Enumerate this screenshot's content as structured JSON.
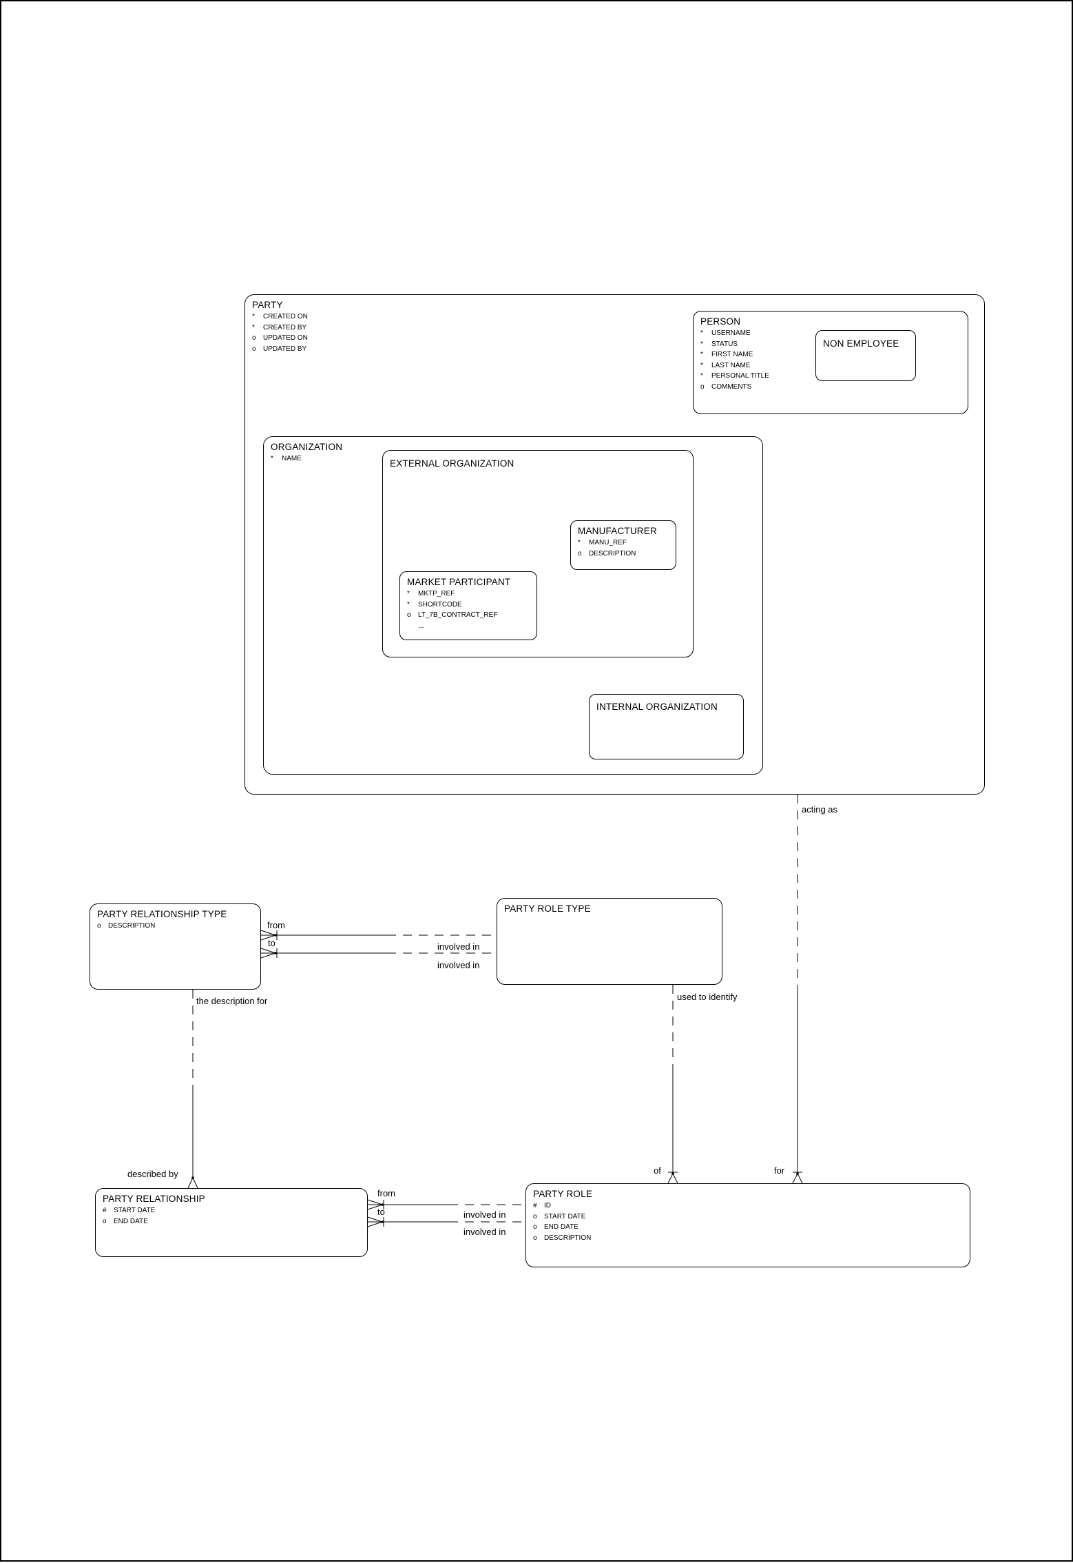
{
  "entities": {
    "party": {
      "title": "PARTY",
      "attributes": [
        {
          "m": "*",
          "t": "CREATED ON"
        },
        {
          "m": "*",
          "t": "CREATED BY"
        },
        {
          "m": "o",
          "t": "UPDATED ON"
        },
        {
          "m": "o",
          "t": "UPDATED BY"
        }
      ]
    },
    "person": {
      "title": "PERSON",
      "attributes": [
        {
          "m": "*",
          "t": "USERNAME"
        },
        {
          "m": "*",
          "t": "STATUS"
        },
        {
          "m": "*",
          "t": "FIRST NAME"
        },
        {
          "m": "*",
          "t": "LAST NAME"
        },
        {
          "m": "*",
          "t": "PERSONAL TITLE"
        },
        {
          "m": "o",
          "t": "COMMENTS"
        }
      ]
    },
    "non_employee": {
      "title": "NON EMPLOYEE",
      "attributes": []
    },
    "organization": {
      "title": "ORGANIZATION",
      "attributes": [
        {
          "m": "*",
          "t": "NAME"
        }
      ]
    },
    "external_organization": {
      "title": "EXTERNAL ORGANIZATION",
      "attributes": []
    },
    "manufacturer": {
      "title": "MANUFACTURER",
      "attributes": [
        {
          "m": "*",
          "t": "MANU_REF"
        },
        {
          "m": "o",
          "t": "DESCRIPTION"
        }
      ]
    },
    "market_participant": {
      "title": "MARKET PARTICIPANT",
      "attributes": [
        {
          "m": "*",
          "t": "MKTP_REF"
        },
        {
          "m": "*",
          "t": "SHORTCODE"
        },
        {
          "m": "o",
          "t": "LT_7B_CONTRACT_REF"
        },
        {
          "m": "",
          "t": "..."
        }
      ]
    },
    "internal_organization": {
      "title": "INTERNAL ORGANIZATION",
      "attributes": []
    },
    "party_relationship_type": {
      "title": "PARTY RELATIONSHIP TYPE",
      "attributes": [
        {
          "m": "o",
          "t": "DESCRIPTION"
        }
      ]
    },
    "party_role_type": {
      "title": "PARTY ROLE TYPE",
      "attributes": []
    },
    "party_relationship": {
      "title": "PARTY RELATIONSHIP",
      "attributes": [
        {
          "m": "#",
          "t": "START DATE"
        },
        {
          "m": "o",
          "t": "END DATE"
        }
      ]
    },
    "party_role": {
      "title": "PARTY ROLE",
      "attributes": [
        {
          "m": "#",
          "t": "ID"
        },
        {
          "m": "o",
          "t": "START DATE"
        },
        {
          "m": "o",
          "t": "END DATE"
        },
        {
          "m": "o",
          "t": "DESCRIPTION"
        }
      ]
    }
  },
  "relationship_labels": {
    "acting_as": "acting as",
    "from_upper": "from",
    "to_upper": "to",
    "involved_in_1": "involved in",
    "involved_in_2": "involved in",
    "used_to_identify": "used to identify",
    "the_description_for": "the description for",
    "described_by": "described by",
    "of": "of",
    "for": "for",
    "from_lower": "from",
    "to_lower": "to",
    "involved_in_3": "involved in",
    "involved_in_4": "involved in"
  },
  "colors": {
    "line": "#000000",
    "background": "#ffffff"
  }
}
